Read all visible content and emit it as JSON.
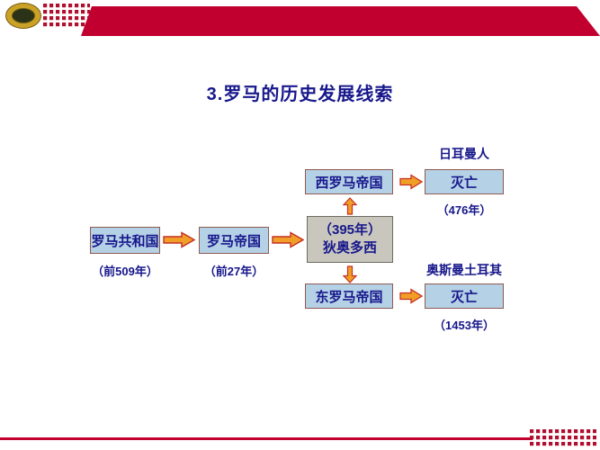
{
  "title": "3.罗马的历史发展线索",
  "flow": {
    "republic": {
      "label": "罗马共和国",
      "caption": "（前509年）"
    },
    "empire": {
      "label": "罗马帝国",
      "caption": "（前27年）"
    },
    "split": {
      "line1": "（395年）",
      "line2": "狄奥多西"
    },
    "western": {
      "label": "西罗马帝国",
      "conqueror": "日耳曼人",
      "fate": "灭亡",
      "caption": "（476年）"
    },
    "eastern": {
      "label": "东罗马帝国",
      "conqueror": "奥斯曼土耳其",
      "fate": "灭亡",
      "caption": "（1453年）"
    }
  },
  "colors": {
    "banner_red": "#c2002f",
    "box_fill_blue": "#b5d1e6",
    "box_border_brown": "#8f5a50",
    "split_fill_gray": "#c9c7bd",
    "arrow_fill": "#f09e28",
    "arrow_stroke": "#c53022",
    "text_navy": "#17178c"
  }
}
